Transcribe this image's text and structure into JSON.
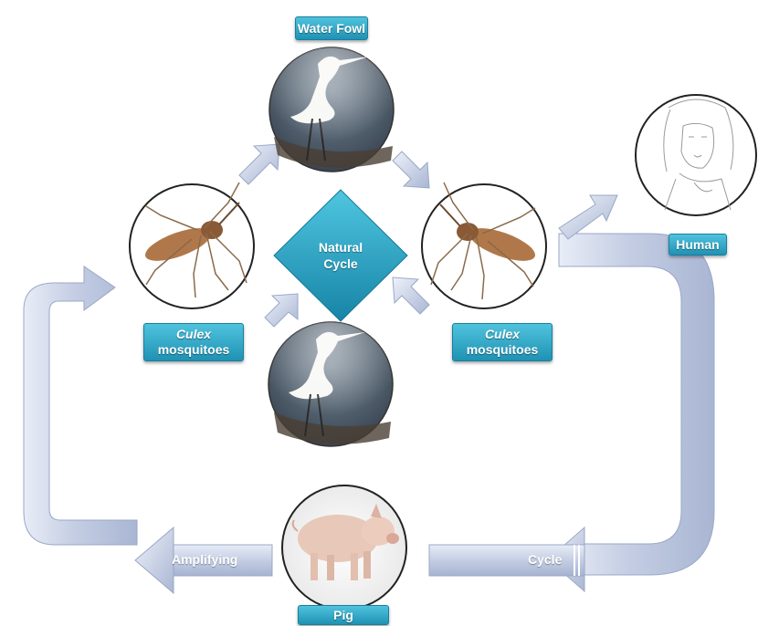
{
  "labels": {
    "water_fowl": "Water Fowl",
    "human": "Human",
    "pig": "Pig",
    "culex_left": {
      "line1": "Culex",
      "line2": "mosquitoes"
    },
    "culex_right": {
      "line1": "Culex",
      "line2": "mosquitoes"
    }
  },
  "center": {
    "line1": "Natural",
    "line2": "Cycle"
  },
  "flows": {
    "amplifying": "Amplifying",
    "cycle": "Cycle"
  },
  "colors": {
    "label_fill": "#2aa3c4",
    "diamond_fill": "#1f9bbf",
    "arrow_fill": "#c9d2e6",
    "arrow_edge": "#9aa8c6"
  },
  "icons": {
    "bird_top": "egret-photo",
    "bird_bottom": "egret-photo",
    "mosquito_left": "mosquito-photo",
    "mosquito_right": "mosquito-photo",
    "pig": "pig-photo",
    "human": "human-sketch"
  }
}
